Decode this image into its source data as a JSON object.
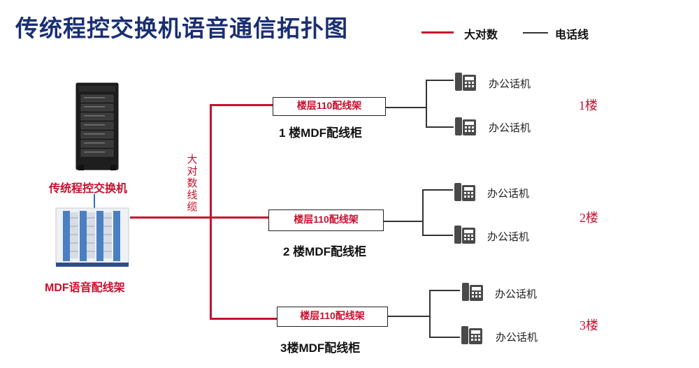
{
  "title": "传统程控交换机语音通信拓扑图",
  "legend": {
    "red_label": "大对数",
    "black_label": "电话线",
    "red_color": "#c8102e",
    "black_color": "#333333"
  },
  "devices": {
    "switch_label": "传统程控交换机",
    "mdf_label": "MDF语音配线架",
    "cable_label": "大对数线缆"
  },
  "floors": [
    {
      "box_label": "楼层110配线架",
      "cabinet_label": "1 楼MDF配线柜",
      "level": "1楼",
      "phones": [
        "办公话机",
        "办公话机"
      ]
    },
    {
      "box_label": "楼层110配线架",
      "cabinet_label": "2 楼MDF配线柜",
      "level": "2楼",
      "phones": [
        "办公话机",
        "办公话机"
      ]
    },
    {
      "box_label": "楼层110配线架",
      "cabinet_label": "3楼MDF配线柜",
      "level": "3楼",
      "phones": [
        "办公话机",
        "办公话机"
      ]
    }
  ]
}
